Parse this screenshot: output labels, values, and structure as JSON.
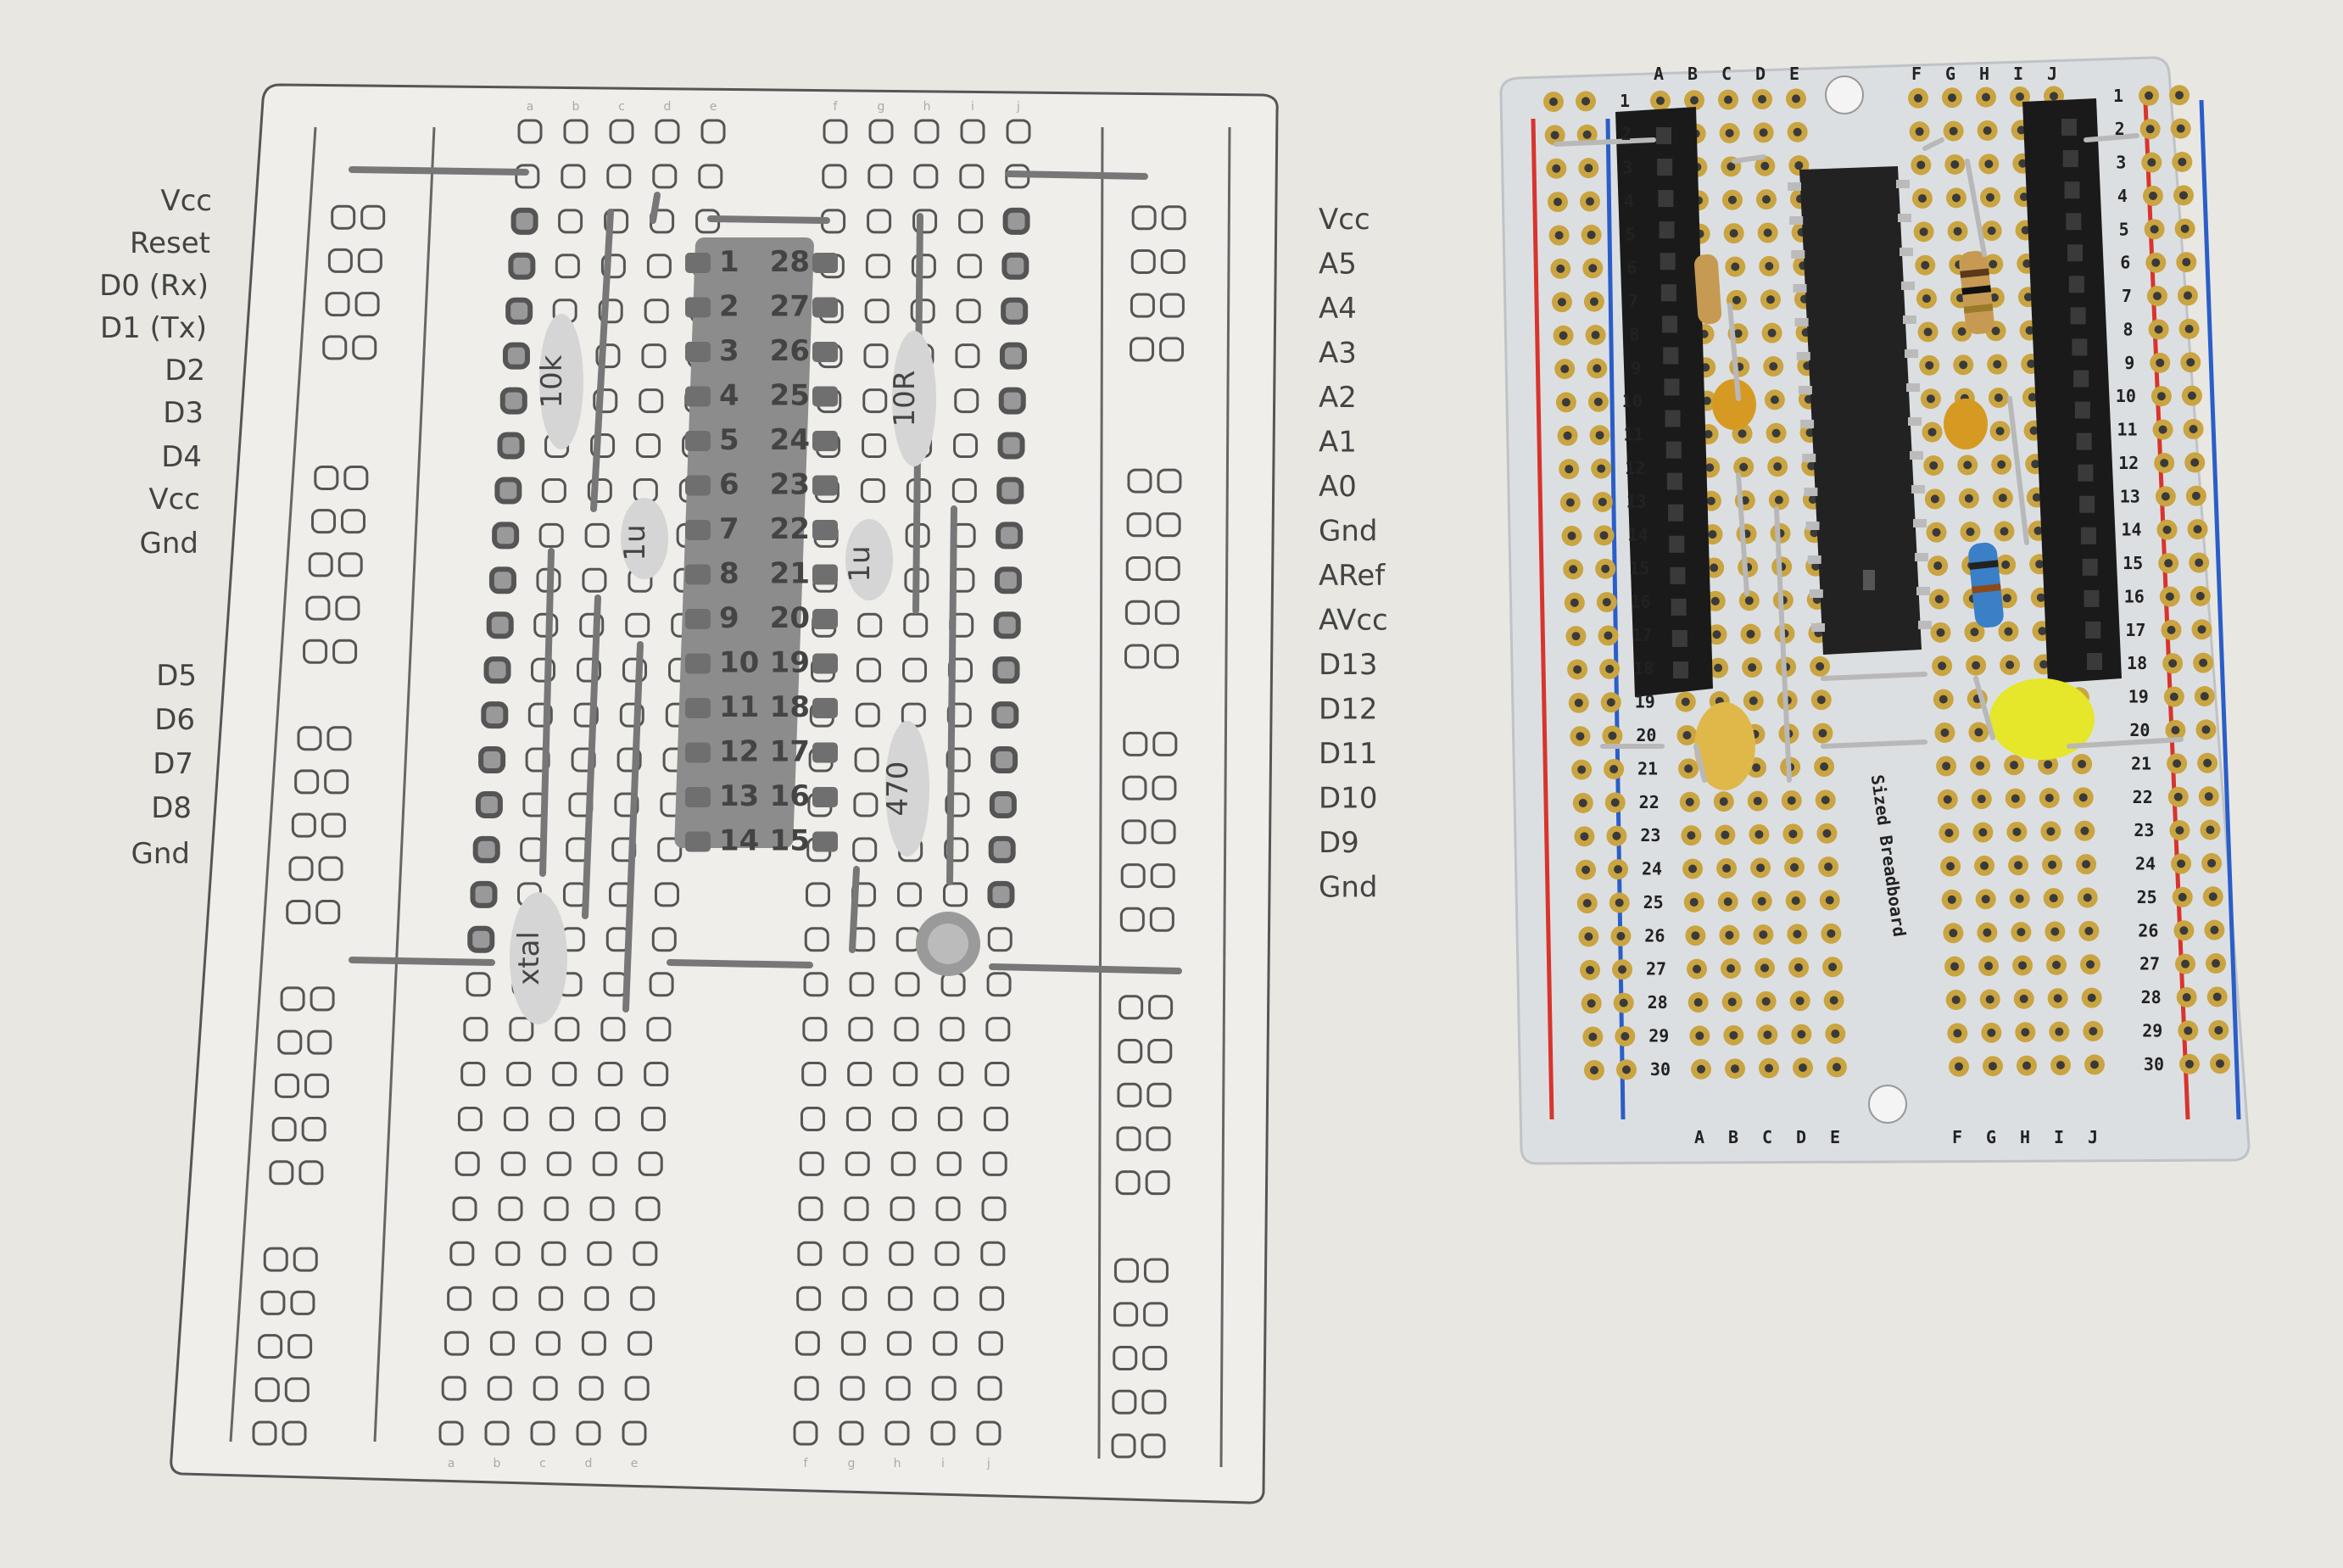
{
  "diagram": {
    "left_pin_labels": [
      "Vcc",
      "Reset",
      "D0 (Rx)",
      "D1 (Tx)",
      "D2",
      "D3",
      "D4",
      "Vcc",
      "Gnd",
      "D5",
      "D6",
      "D7",
      "D8",
      "Gnd"
    ],
    "right_pin_labels": [
      "Vcc",
      "A5",
      "A4",
      "A3",
      "A2",
      "A1",
      "A0",
      "Gnd",
      "ARef",
      "AVcc",
      "D13",
      "D12",
      "D11",
      "D10",
      "D9",
      "Gnd"
    ],
    "column_letters": [
      "a",
      "b",
      "c",
      "d",
      "e",
      "f",
      "g",
      "h",
      "i",
      "j"
    ],
    "ic_pins_left": [
      "1",
      "2",
      "3",
      "4",
      "5",
      "6",
      "7",
      "8",
      "9",
      "10",
      "11",
      "12",
      "13",
      "14"
    ],
    "ic_pins_right": [
      "28",
      "27",
      "26",
      "25",
      "24",
      "23",
      "22",
      "21",
      "20",
      "19",
      "18",
      "17",
      "16",
      "15"
    ],
    "component_labels": {
      "resistor_pullup": "10k",
      "resistor_mid": "10R",
      "resistor_led": "470",
      "cap_left": "1u",
      "cap_right": "1u",
      "crystal": "xtal"
    }
  },
  "board": {
    "silkscreen_text": "Sized Breadboard",
    "column_letters_top": [
      "A",
      "B",
      "C",
      "D",
      "E",
      "F",
      "G",
      "H",
      "I",
      "J"
    ],
    "row_numbers": [
      "1",
      "2",
      "3",
      "4",
      "5",
      "6",
      "7",
      "8",
      "9",
      "10",
      "11",
      "12",
      "13",
      "14",
      "15",
      "16",
      "17",
      "18",
      "19",
      "20",
      "21",
      "22",
      "23",
      "24",
      "25",
      "26",
      "27",
      "28",
      "29",
      "30"
    ],
    "colors": {
      "board": "#dcdfe2",
      "pad_gold": "#c9a440",
      "rail_red": "#d8342c",
      "rail_blue": "#2a5ec8",
      "header_black": "#1a1a1a",
      "chip_black": "#222222",
      "led_yellow": "#e6e62a",
      "cap_orange": "#d69a23"
    }
  }
}
